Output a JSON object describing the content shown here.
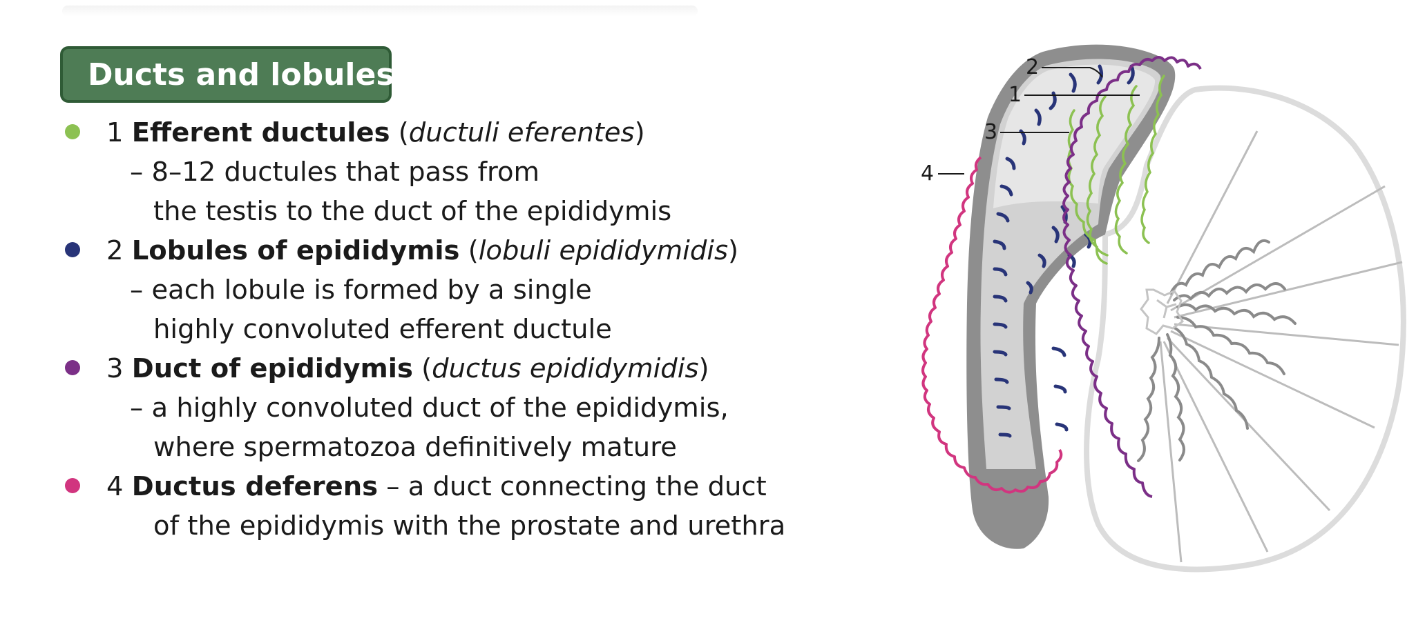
{
  "title": "Ducts and lobules",
  "items": [
    {
      "color": "#8cc152",
      "number": "1",
      "name": "Efferent ductules",
      "latin_open": " (",
      "latin": "ductuli eferentes",
      "latin_close": ")",
      "desc_lines": [
        "– 8–12 ductules that pass from",
        "the testis to the duct of the epididymis"
      ]
    },
    {
      "color": "#283478",
      "number": "2",
      "name": "Lobules of epididymis",
      "latin_open": " (",
      "latin": "lobuli epididymidis",
      "latin_close": ")",
      "desc_lines": [
        "– each lobule is formed by a single",
        "highly convoluted efferent ductule"
      ]
    },
    {
      "color": "#7b2f87",
      "number": "3",
      "name": "Duct of epididymis",
      "latin_open": " (",
      "latin": "ductus epididymidis",
      "latin_close": ")",
      "desc_lines": [
        "– a highly convoluted duct of the epididymis,",
        "where spermatozoa definitively mature"
      ]
    },
    {
      "color": "#d1357f",
      "number": "4",
      "name": "Ductus deferens",
      "rest": " – a duct connecting the duct",
      "desc_lines": [
        "of the epididymis with the prostate and urethra"
      ]
    }
  ],
  "diagram": {
    "callouts": [
      "2",
      "1",
      "3",
      "4"
    ],
    "colors": {
      "efferent": "#8cc152",
      "lobules": "#283478",
      "epididymis_duct": "#7b2f87",
      "deferens": "#d1357f",
      "epididymis_wall": "#8e8e8e",
      "testis_outline": "#d8d8d8",
      "tubules": "#8a8a8a"
    }
  }
}
